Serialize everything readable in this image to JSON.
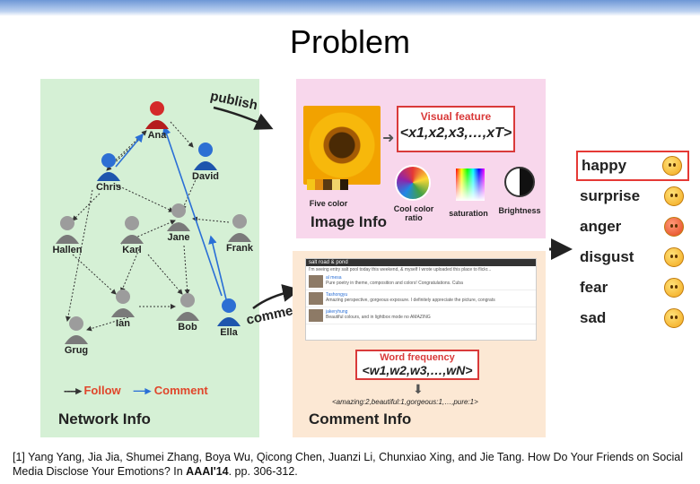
{
  "title": "Problem",
  "network": {
    "label": "Network Info",
    "nodes": {
      "ana": "Ana",
      "chris": "Chris",
      "david": "David",
      "hallen": "Hallen",
      "karl": "Karl",
      "jane": "Jane",
      "frank": "Frank",
      "ian": "Ian",
      "bob": "Bob",
      "ella": "Ella",
      "grug": "Grug"
    },
    "legend_follow": "Follow",
    "legend_comment": "Comment",
    "arrow_publish": "publish",
    "arrow_comment": "comment"
  },
  "image_info": {
    "label": "Image Info",
    "visual_feature_title": "Visual feature",
    "visual_feature_formula": "<x1,x2,x3,…,xT>",
    "features": [
      "Five color",
      "Cool color ratio",
      "saturation",
      "Brightness"
    ],
    "palette_colors": [
      "#f5c518",
      "#e08a10",
      "#5a3a12",
      "#f0d36a",
      "#2a1a08"
    ]
  },
  "comment_info": {
    "label": "Comment Info",
    "post_title": "salt road & pond",
    "post_text": "I'm seeing entry salt pool today this weekend, & myself I wrote uploaded this place to flickr...",
    "comments": [
      {
        "user": "al mesa",
        "text": "Pure poetry in theme, composition and colors! Congratulations. Cuba"
      },
      {
        "user": "Tashongyu",
        "text": "Amazing perspective, gorgeous exposure. I definitely appreciate the picture, congrats"
      },
      {
        "user": "jakeryhung",
        "text": "Beautiful colours, and in lightbox mode no AMAZING"
      }
    ],
    "word_frequency_title": "Word frequency",
    "word_frequency_formula": "<w1,w2,w3,…,wN>",
    "word_frequency_example": "<amazing:2,beautiful:1,gorgeous:1,…,pure:1>"
  },
  "emotions": [
    "happy",
    "surprise",
    "anger",
    "disgust",
    "fear",
    "sad"
  ],
  "citation": {
    "text_before": "[1] Yang Yang, Jia Jia, Shumei Zhang, Boya Wu, Qicong Chen, Juanzi Li, Chunxiao Xing, and Jie Tang. How Do Your Friends on Social Media Disclose Your Emotions? In ",
    "venue": "AAAI'14",
    "text_after": ". pp. 306-312."
  }
}
